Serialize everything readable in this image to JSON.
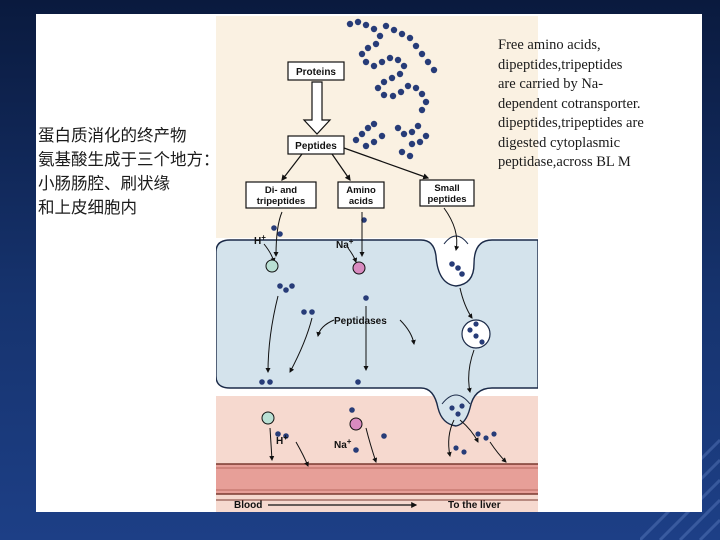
{
  "left_text": {
    "lines": [
      "蛋白质消化的终产物",
      "氨基酸生成于三个地方：",
      "小肠肠腔、刷状缘",
      "和上皮细胞内"
    ]
  },
  "right_text": {
    "lines": [
      "Free amino acids,",
      "dipeptides,tripeptides",
      "are carried by Na-",
      "dependent cotransporter.",
      "dipeptides,tripeptides are",
      "digested cytoplasmic",
      "peptidase,across BL M"
    ]
  },
  "figure": {
    "proteins_label": "Proteins",
    "peptides_label": "Peptides",
    "di_tri_label_1": "Di- and",
    "di_tri_label_2": "tripeptides",
    "amino_label_1": "Amino",
    "amino_label_2": "acids",
    "small_label_1": "Small",
    "small_label_2": "peptides",
    "h_top": "H",
    "h_bottom": "H",
    "plus": "+",
    "na_top": "Na",
    "na_bottom": "Na",
    "peptidases_label": "Peptidases",
    "blood_label": "Blood",
    "liver_label": "To the liver",
    "colors": {
      "lumen": "#faf1e2",
      "cell": "#d4e3ec",
      "interstitial": "#f6d9cf",
      "vessel": "#e79f98",
      "bead": "#273c78",
      "h_carrier": "#b9e0d4",
      "na_carrier": "#d88bc0"
    }
  }
}
